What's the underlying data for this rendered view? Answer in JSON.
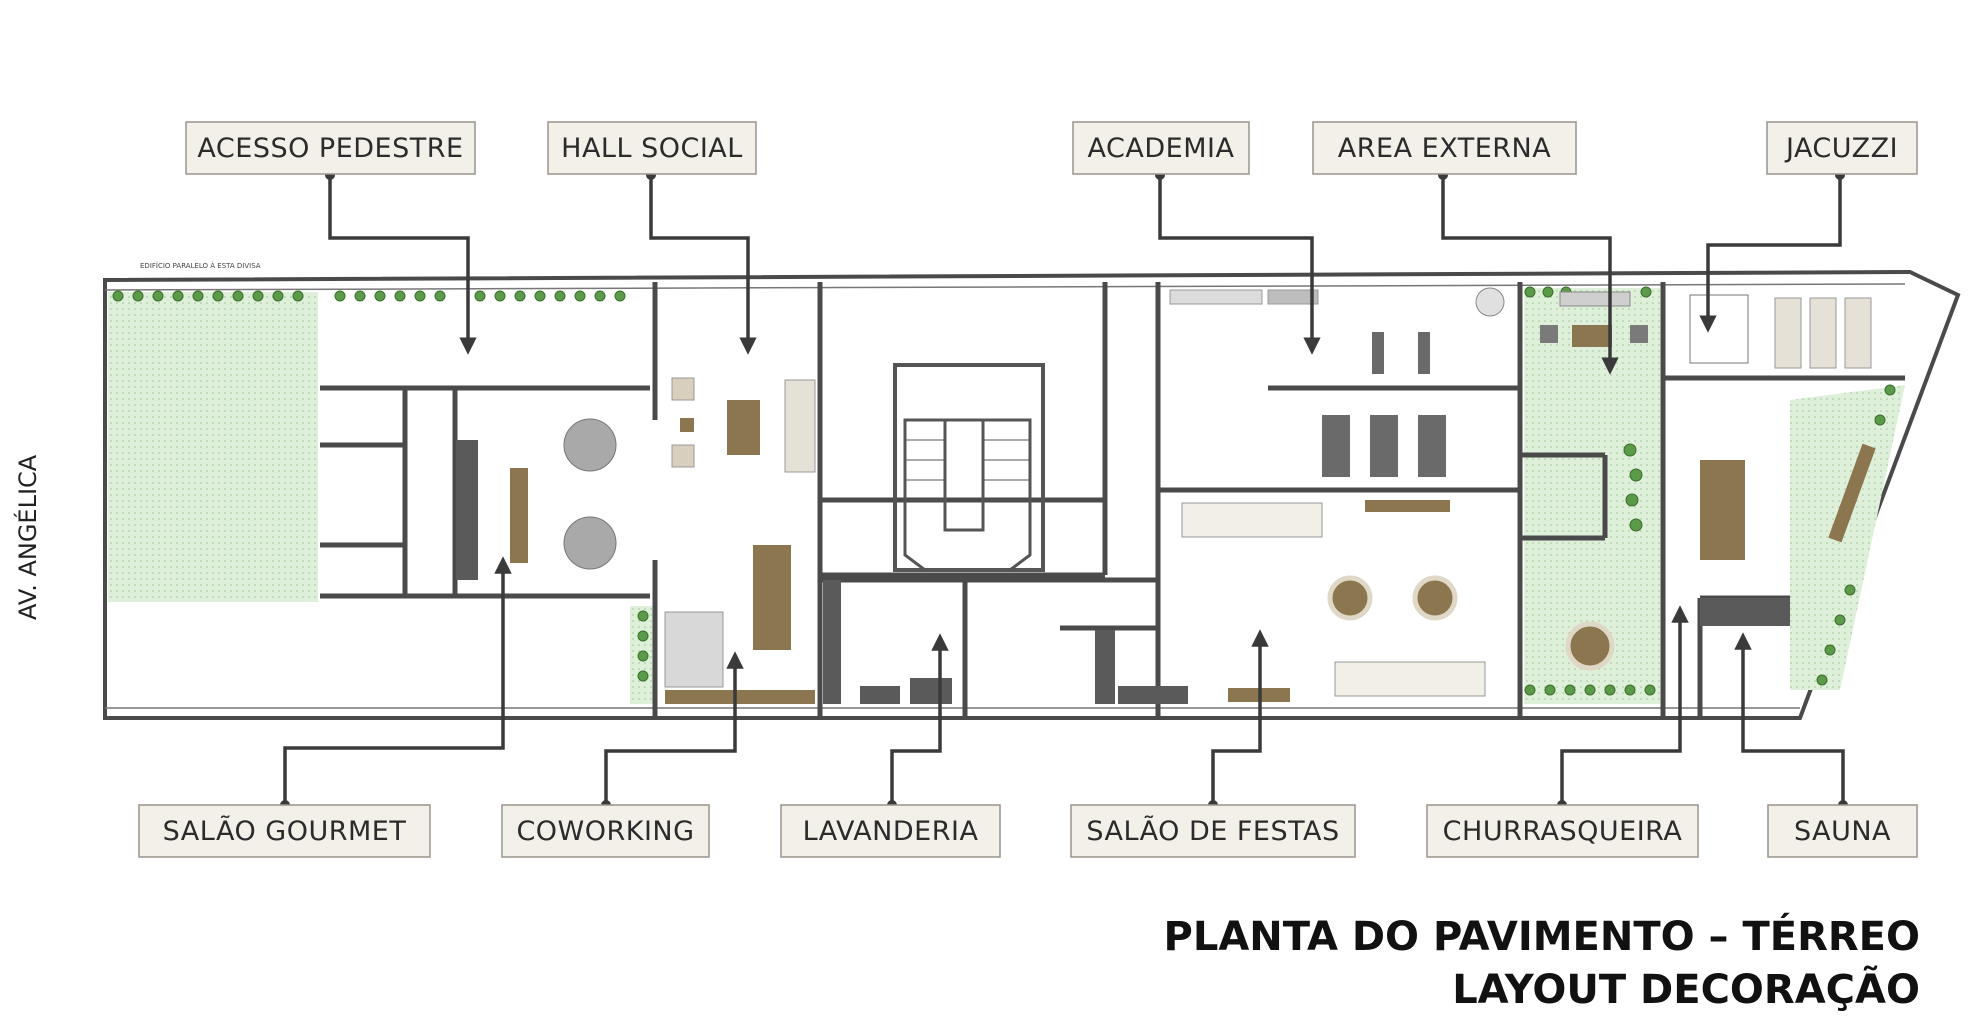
{
  "diagram": {
    "title_line1": "PLANTA DO PAVIMENTO – TÉRREO",
    "title_line2": "LAYOUT DECORAÇÃO",
    "street_label": "AV. ANGÉLICA",
    "wall_note": "EDIFÍCIO PARALELO À ESTA DIVISA",
    "labels_top": [
      "ACESSO PEDESTRE",
      "HALL SOCIAL",
      "ACADEMIA",
      "AREA EXTERNA",
      "JACUZZI"
    ],
    "labels_bottom": [
      "SALÃO GOURMET",
      "COWORKING",
      "LAVANDERIA",
      "SALÃO DE FESTAS",
      "CHURRASQUEIRA",
      "SAUNA"
    ],
    "colors": {
      "wall": "#4a4a4a",
      "wood": "#8c7650",
      "green_area": "#d8ecd4",
      "plant": "#4c8a3c",
      "label_fill": "#f3efe9",
      "label_stroke": "#9a948c",
      "leader": "#3a3a3a"
    }
  }
}
